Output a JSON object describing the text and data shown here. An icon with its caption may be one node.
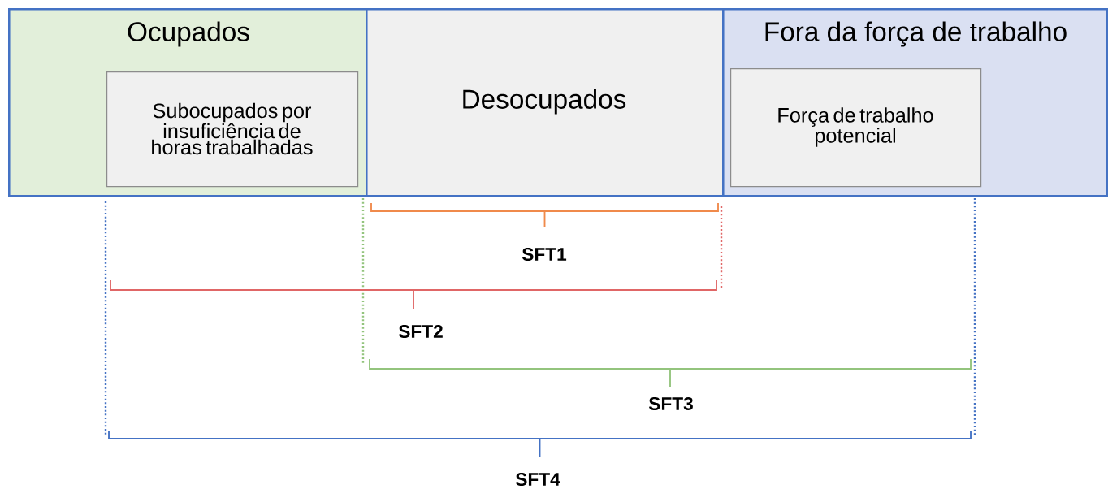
{
  "diagram": {
    "nodes": [
      {
        "text": [
          "Ocupados"
        ]
      },
      {
        "text": [
          "Subocupados por insuficiência de horas trabalhadas"
        ],
        "in": 0
      },
      {
        "text": [
          "Desocupados"
        ]
      },
      {
        "text": [
          "Fora da força de trabalho"
        ]
      },
      {
        "text": [
          "Força de trabalho potencial"
        ],
        "in": 3
      }
    ],
    "labels": [
      "SFT1",
      "SFT2",
      "SFT3",
      "SFT4"
    ]
  }
}
